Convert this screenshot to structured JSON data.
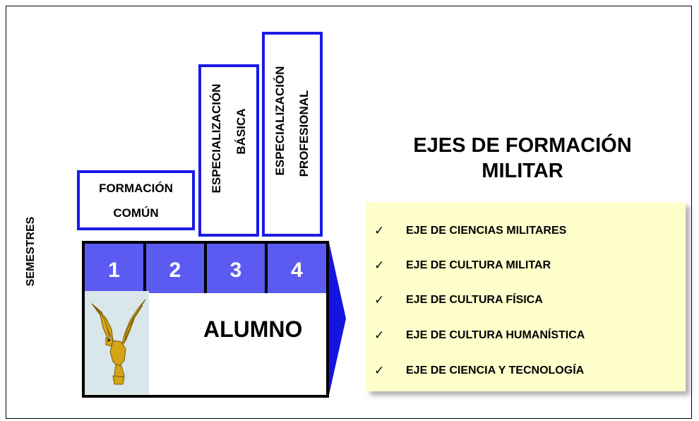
{
  "phases": {
    "formacion_line1": "FORMACIÓN",
    "formacion_line2": "COMÚN",
    "basica_line1": "ESPECIALIZACIÓN",
    "basica_line2": "BÁSICA",
    "profesional_line1": "ESPECIALIZACIÓN",
    "profesional_line2": "PROFESIONAL"
  },
  "semesters_label": "SEMESTRES",
  "semesters": [
    "1",
    "2",
    "3",
    "4"
  ],
  "student_label": "ALUMNO",
  "ejes": {
    "title_line1": "EJES DE FORMACIÓN",
    "title_line2": "MILITAR",
    "check": "✓",
    "items": [
      "EJE DE CIENCIAS MILITARES",
      "EJE DE CULTURA MILITAR",
      "EJE DE CULTURA FÍSICA",
      "EJE DE CULTURA HUMANÍSTICA",
      "EJE DE CIENCIA Y TECNOLOGÍA"
    ]
  },
  "colors": {
    "phase_border": "#1a1ae6",
    "semester_fill": "#5b5bf2",
    "arrow": "#1515e0",
    "ejes_fill": "#ffffcc"
  }
}
